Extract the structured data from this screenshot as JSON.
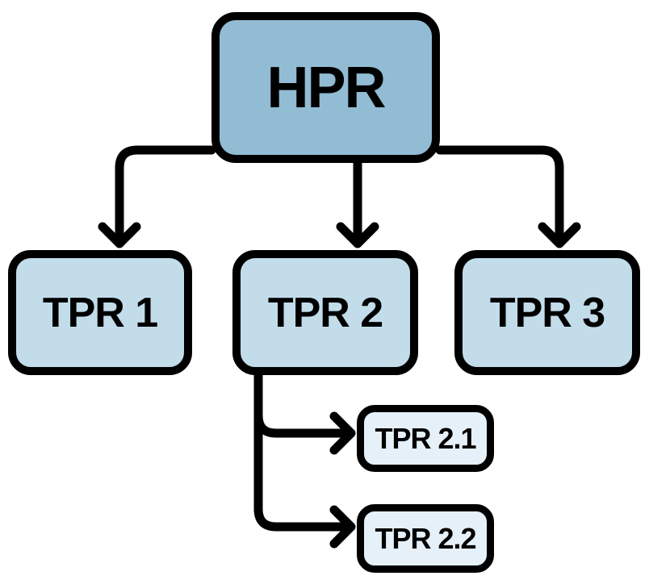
{
  "diagram": {
    "type": "hierarchy-flowchart",
    "background_color": "#ffffff",
    "line_color": "#000000",
    "border_color": "#000000",
    "text_color": "#000000",
    "nodes": {
      "hpr": {
        "label": "HPR",
        "fill": "#92bcd4",
        "level": 1
      },
      "tpr1": {
        "label": "TPR 1",
        "fill": "#c2dcea",
        "level": 2
      },
      "tpr2": {
        "label": "TPR 2",
        "fill": "#c2dcea",
        "level": 2
      },
      "tpr3": {
        "label": "TPR 3",
        "fill": "#c2dcea",
        "level": 2
      },
      "tpr21": {
        "label": "TPR 2.1",
        "fill": "#e6f0f8",
        "level": 3
      },
      "tpr22": {
        "label": "TPR 2.2",
        "fill": "#e6f0f8",
        "level": 3
      }
    },
    "edges": [
      {
        "from": "HPR",
        "to": "TPR 1",
        "style": "elbow-arrow"
      },
      {
        "from": "HPR",
        "to": "TPR 2",
        "style": "straight-arrow"
      },
      {
        "from": "HPR",
        "to": "TPR 3",
        "style": "elbow-arrow"
      },
      {
        "from": "TPR 2",
        "to": "TPR 2.1",
        "style": "elbow-arrow"
      },
      {
        "from": "TPR 2",
        "to": "TPR 2.2",
        "style": "elbow-arrow"
      }
    ]
  }
}
